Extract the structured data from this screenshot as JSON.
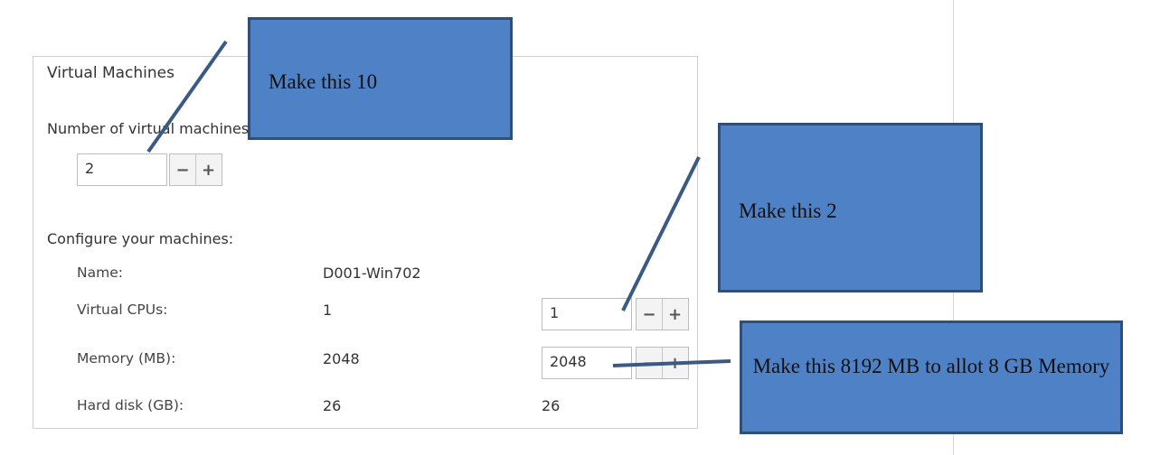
{
  "panel": {
    "title": "Virtual Machines",
    "num_vms_label": "Number of virtual machines:",
    "num_vms_value": "2",
    "configure_label": "Configure your machines:",
    "rows": [
      {
        "label": "Name:",
        "value": "D001-Win702"
      },
      {
        "label": "Virtual CPUs:",
        "value": "1",
        "input": "1"
      },
      {
        "label": "Memory (MB):",
        "value": "2048",
        "input": "2048"
      },
      {
        "label": "Hard disk (GB):",
        "value": "26",
        "input_static": "26"
      }
    ],
    "minus": "−",
    "plus": "+"
  },
  "callouts": {
    "c1": "Make this 10",
    "c2": "Make this 2",
    "c3": "Make this 8192 MB to allot 8 GB Memory"
  },
  "colors": {
    "callout_fill": "#4f81c7",
    "callout_border": "#2f4f7a",
    "arrow": "#3a5a85"
  }
}
